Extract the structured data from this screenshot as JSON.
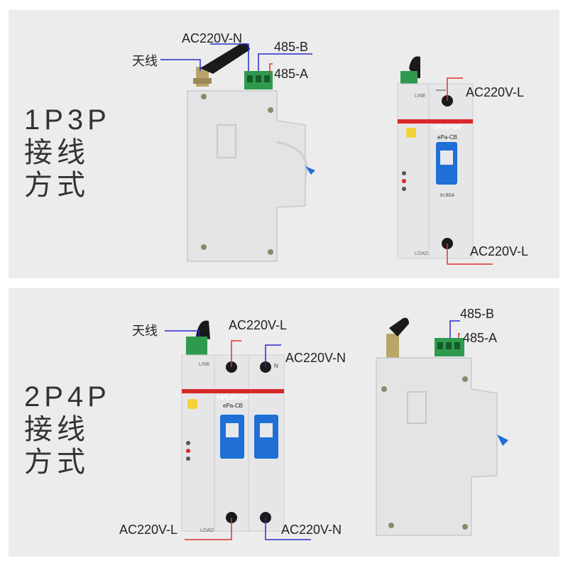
{
  "top": {
    "title_line1": "1P3P",
    "title_line2": "接线",
    "title_line3": "方式",
    "labels": {
      "n": "AC220V-N",
      "antenna": "天线",
      "b": "485-B",
      "a": "485-A",
      "l_in": "AC220V-L",
      "l_out": "AC220V-L"
    },
    "device": {
      "brand": "HPERFOR",
      "model": "ePa-CB",
      "line": "LINE",
      "load": "LOAD",
      "rating": "In:80A"
    }
  },
  "bottom": {
    "title_line1": "2P4P",
    "title_line2": "接线",
    "title_line3": "方式",
    "labels": {
      "antenna": "天线",
      "l_in": "AC220V-L",
      "n_in": "AC220V-N",
      "b": "485-B",
      "a": "485-A",
      "l_out": "AC220V-L",
      "n_out": "AC220V-N"
    },
    "device": {
      "brand": "HPERFOR",
      "model": "ePa-CB",
      "line": "LINE",
      "load": "LOAD",
      "n_mark": "N"
    }
  },
  "colors": {
    "line_red": "#e03030",
    "line_blue": "#2a2acc",
    "device_body": "#e4e4e6",
    "breaker_blue": "#1f6fd6",
    "terminal_green": "#2f9a4e",
    "brand_red": "#d8282a"
  }
}
